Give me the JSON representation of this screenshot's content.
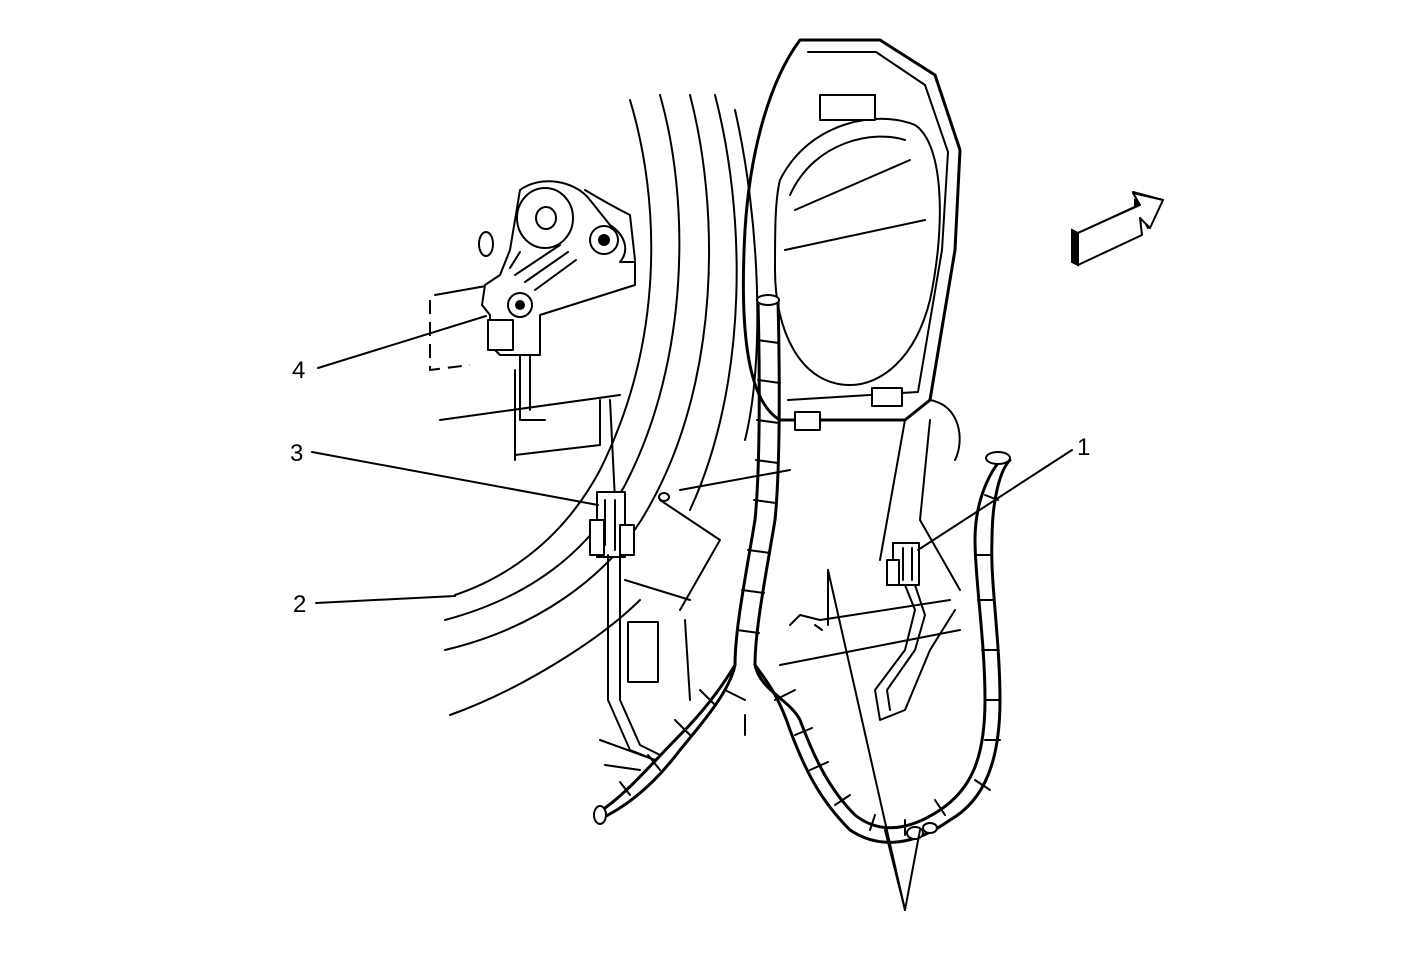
{
  "diagram": {
    "callouts": [
      {
        "id": "1",
        "label": "1"
      },
      {
        "id": "2",
        "label": "2"
      },
      {
        "id": "3",
        "label": "3"
      },
      {
        "id": "4",
        "label": "4"
      }
    ],
    "icons": {
      "direction": "forward-arrow-icon",
      "sensor": "sensor-icon",
      "connector": "connector-icon"
    },
    "colors": {
      "line": "#000000",
      "background": "#ffffff"
    }
  }
}
